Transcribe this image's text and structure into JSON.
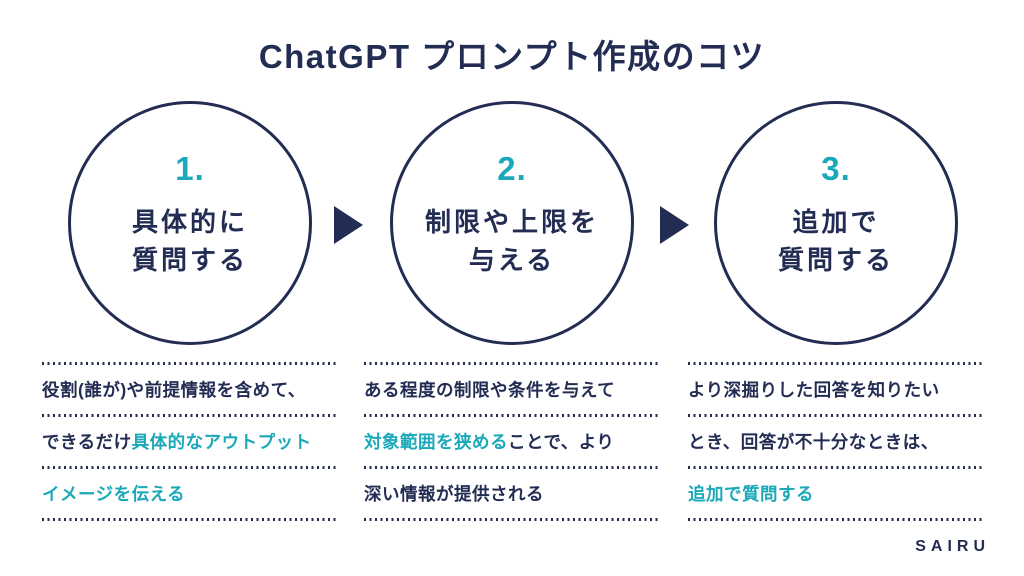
{
  "title": "ChatGPT プロンプト作成のコツ",
  "brand": "SAIRU",
  "colors": {
    "navy": "#232d53",
    "teal": "#1ba9b9",
    "background": "#ffffff"
  },
  "steps": [
    {
      "number": "1.",
      "circle_lines": [
        "具体的に",
        "質問する"
      ],
      "notes": [
        [
          {
            "text": "役割(誰が)や前提情報を含めて、",
            "accent": false
          }
        ],
        [
          {
            "text": "できるだけ",
            "accent": false
          },
          {
            "text": "具体的なアウトプット",
            "accent": true
          }
        ],
        [
          {
            "text": "イメージを伝える",
            "accent": true
          }
        ]
      ]
    },
    {
      "number": "2.",
      "circle_lines": [
        "制限や上限を",
        "与える"
      ],
      "notes": [
        [
          {
            "text": "ある程度の制限や条件を与えて",
            "accent": false
          }
        ],
        [
          {
            "text": "対象範囲を狭める",
            "accent": true
          },
          {
            "text": "ことで、より",
            "accent": false
          }
        ],
        [
          {
            "text": "深い情報が提供される",
            "accent": false
          }
        ]
      ]
    },
    {
      "number": "3.",
      "circle_lines": [
        "追加で",
        "質問する"
      ],
      "notes": [
        [
          {
            "text": "より深掘りした回答を知りたい",
            "accent": false
          }
        ],
        [
          {
            "text": "とき、回答が不十分なときは、",
            "accent": false
          }
        ],
        [
          {
            "text": "追加で質問する",
            "accent": true
          }
        ]
      ]
    }
  ]
}
